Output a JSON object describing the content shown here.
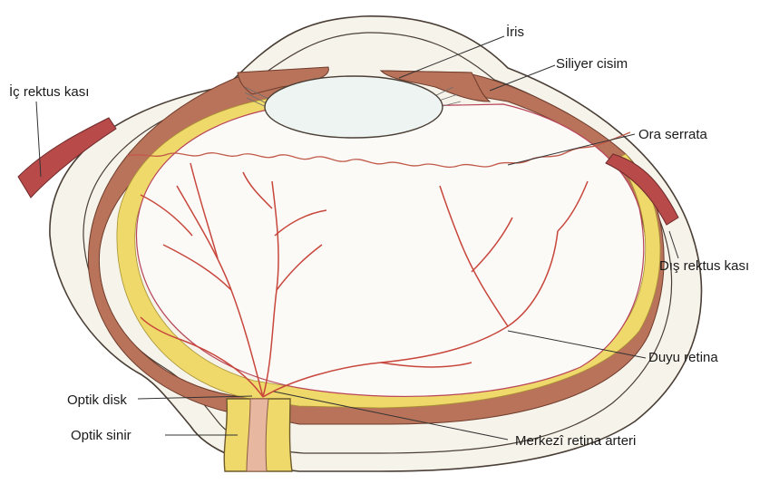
{
  "labels": {
    "iris": "İris",
    "ciliary_body": "Siliyer cisim",
    "medial_rectus": "İç rektus kası",
    "ora_serrata": "Ora serrata",
    "lateral_rectus": "Dış rektus kası",
    "sensory_retina": "Duyu retina",
    "optic_disc": "Optik disk",
    "optic_nerve": "Optik sinir",
    "central_retinal_artery": "Merkezî retina arteri"
  },
  "colors": {
    "sclera_fill": "#f6f3ea",
    "outline": "#4a3f36",
    "choroid": "#b8735a",
    "retina_yellow": "#efd96a",
    "vessel": "#c8463c",
    "muscle": "#b84a4a",
    "lens_fill": "#eef4f2"
  }
}
